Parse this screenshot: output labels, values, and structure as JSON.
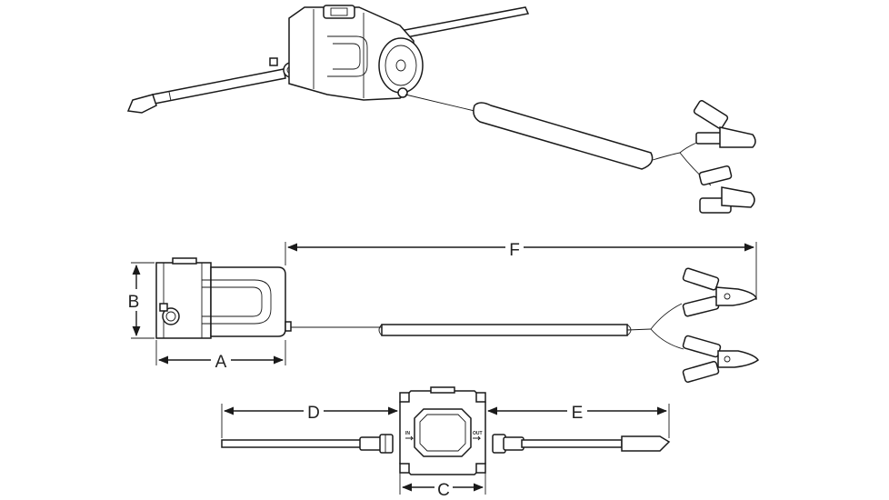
{
  "dimensions": {
    "a": "A",
    "b": "B",
    "c": "C",
    "d": "D",
    "e": "E",
    "f": "F"
  },
  "port_labels": {
    "inlet": "IN",
    "outlet": "OUT"
  }
}
